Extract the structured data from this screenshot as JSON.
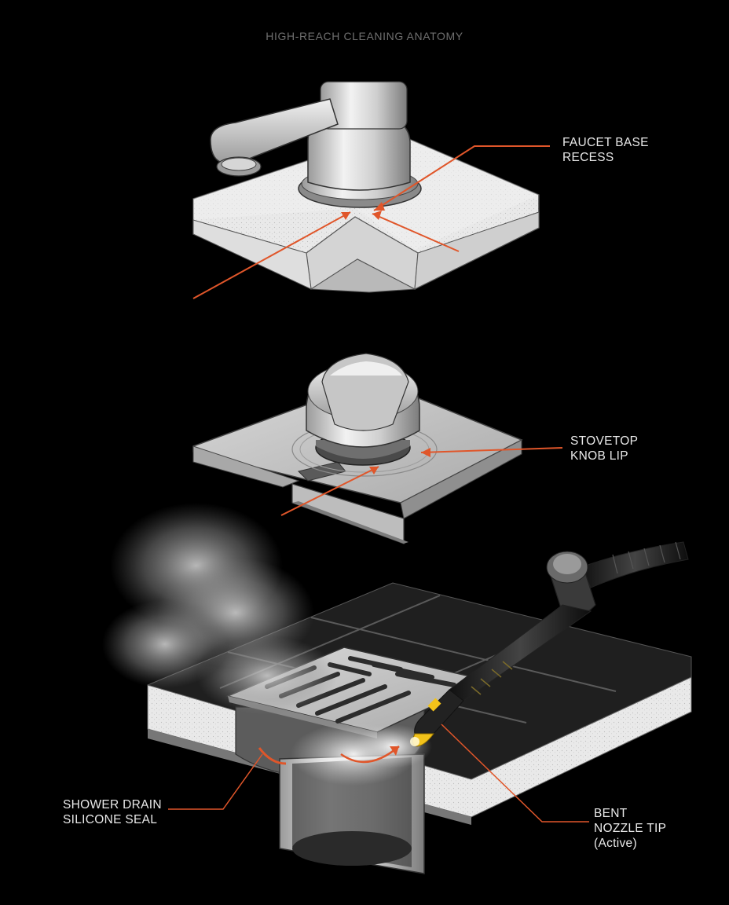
{
  "title": "HIGH-REACH CLEANING ANATOMY",
  "colors": {
    "background": "#000000",
    "accent_arrow": "#e0562a",
    "metal_light": "#e6e6e6",
    "metal_dark": "#6a6a6a",
    "tile": "#262626",
    "nozzle_tip": "#f2c21a",
    "label_text": "#e9e9e9"
  },
  "callouts": [
    {
      "id": "faucet",
      "lines": [
        "FAUCET BASE",
        "RECESS"
      ]
    },
    {
      "id": "knob",
      "lines": [
        "STOVETOP",
        "KNOB LIP"
      ]
    },
    {
      "id": "drain",
      "lines": [
        "SHOWER DRAIN",
        "SILICONE SEAL"
      ]
    },
    {
      "id": "nozzle",
      "lines": [
        "BENT",
        "NOZZLE TIP",
        "(Active)"
      ]
    }
  ],
  "icons": {
    "faucet": "faucet-icon",
    "knob": "stove-knob-icon",
    "drain": "drain-grate-icon",
    "steamer": "steam-wand-icon",
    "steam": "steam-cloud-icon"
  }
}
